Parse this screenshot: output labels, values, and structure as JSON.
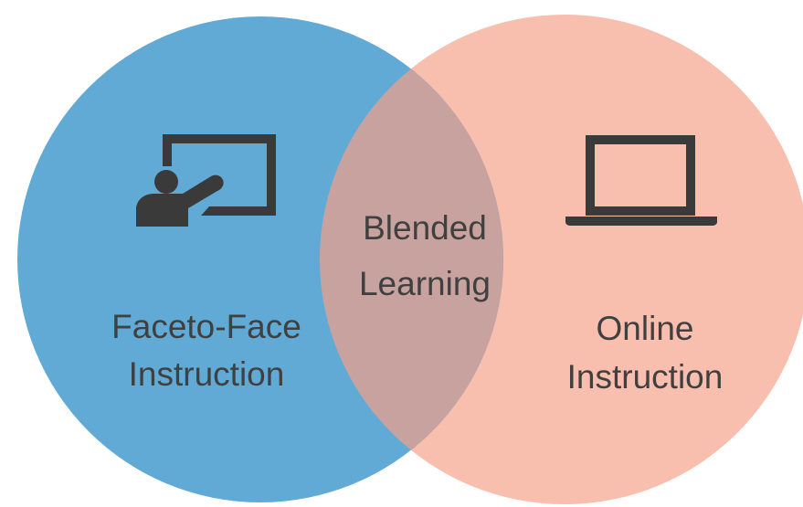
{
  "circles": {
    "left": {
      "label_line1": "Faceto-Face",
      "label_line2": "Instruction",
      "color": "#62AAD6",
      "icon": "teacher-at-board-icon"
    },
    "right": {
      "label_line1": "Online",
      "label_line2": "Instruction",
      "color": "#F8BEAE",
      "icon": "laptop-icon"
    },
    "overlap": {
      "label_line1": "Blended",
      "label_line2": "Learning",
      "color": "#C8A29F"
    }
  },
  "icon_color": "#3A3A3A",
  "text_color": "#404040"
}
